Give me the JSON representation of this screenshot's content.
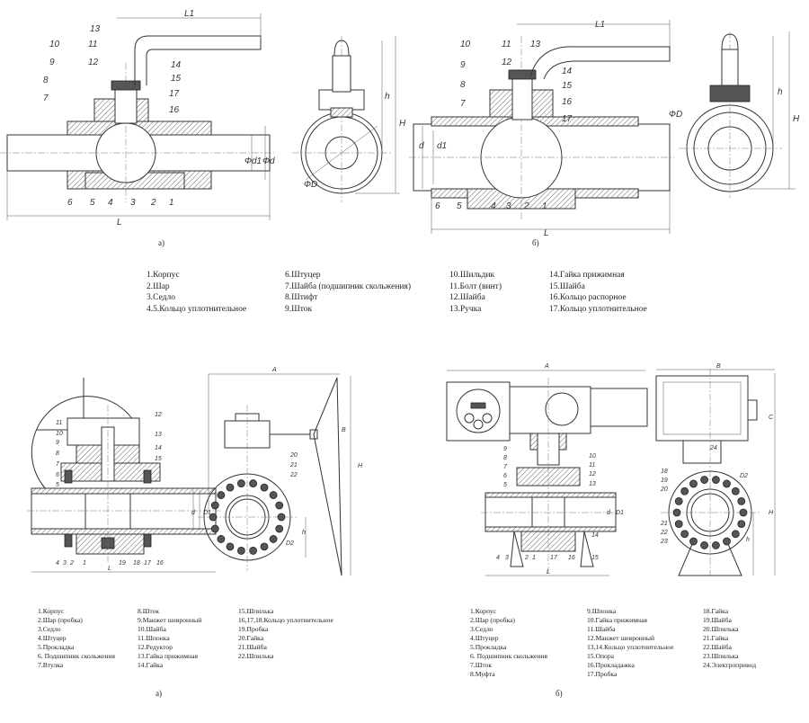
{
  "figure_top": {
    "caption_a": "а)",
    "caption_b": "б)",
    "callouts_a": [
      "13",
      "11",
      "12",
      "10",
      "9",
      "8",
      "7",
      "14",
      "15",
      "17",
      "16",
      "6",
      "5",
      "4",
      "3",
      "2",
      "1",
      "L1",
      "L",
      "Фd1",
      "Фd",
      "h",
      "H",
      "ФD"
    ],
    "callouts_b": [
      "10",
      "11",
      "12",
      "13",
      "9",
      "8",
      "7",
      "14",
      "15",
      "16",
      "17",
      "6",
      "5",
      "4",
      "3",
      "2",
      "1",
      "L1",
      "L",
      "d",
      "d1",
      "ФD",
      "h",
      "H"
    ],
    "legend": [
      [
        "1.Корпус",
        "2.Шар",
        "3.Седло",
        "4.5.Кольцо уплотнительное"
      ],
      [
        "6.Штуцер",
        "7.Шайба (подшипник скольжения)",
        "8.Штифт",
        "9.Шток"
      ],
      [
        "10.Шильдик",
        "11.Болт (винт)",
        "12.Шайба",
        "13.Ручка"
      ],
      [
        "14.Гайка прижимная",
        "15.Шайба",
        "16.Кольцо распорное",
        "17.Кольцо уплотнительное"
      ]
    ]
  },
  "figure_bottom": {
    "caption_a": "а)",
    "caption_b": "б)",
    "callouts_a": [
      "11",
      "10",
      "9",
      "8",
      "7",
      "6",
      "5",
      "12",
      "13",
      "14",
      "15",
      "4",
      "3",
      "2",
      "1",
      "19",
      "18",
      "17",
      "16",
      "L",
      "d",
      "D1",
      "A",
      "B",
      "20",
      "21",
      "22",
      "D2",
      "h",
      "H"
    ],
    "callouts_b": [
      "A",
      "9",
      "8",
      "7",
      "6",
      "5",
      "10",
      "11",
      "12",
      "13",
      "14",
      "15",
      "4",
      "3",
      "2",
      "1",
      "17",
      "16",
      "L",
      "d",
      "D1",
      "B",
      "C",
      "24",
      "18",
      "19",
      "20",
      "D2",
      "21",
      "22",
      "23",
      "h",
      "H"
    ],
    "legend_a": [
      [
        "1.Корпус",
        "2.Шар (пробка)",
        "3.Седло",
        "4.Штуцер",
        "5.Прокладка",
        "6. Подшипник скольжения",
        "7.Втулка"
      ],
      [
        "8.Шток",
        "9.Манжет шевронный",
        "10.Шайба",
        "11.Шпонка",
        "12.Редуктор",
        "13.Гайка прижимная",
        "14.Гайка"
      ],
      [
        "15.Шпилька",
        "16,17,18.Кольцо уплотнительное",
        "19.Пробка",
        "20.Гайка",
        "21.Шайба",
        "22.Шпилька"
      ]
    ],
    "legend_b": [
      [
        "1.Корпус",
        "2.Шар (пробка)",
        "3.Седло",
        "4.Штуцер",
        "5.Прокладка",
        "6. Подшипник скольжения",
        "7.Шток",
        "8.Муфта"
      ],
      [
        "9.Шпонка",
        "10.Гайка прижимная",
        "11.Шайба",
        "12.Манжет шевронный",
        "13,14.Кольцо уплотнительное",
        "15.Опора",
        "16.Прокладажка",
        "17.Пробка"
      ],
      [
        "18.Гайка",
        "19.Шайба",
        "20.Шпилька",
        "21.Гайка",
        "22.Шайба",
        "23.Шпилька",
        "24.Электропривод"
      ]
    ]
  }
}
